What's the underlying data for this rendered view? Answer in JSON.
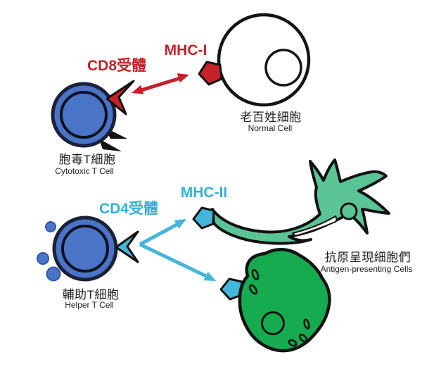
{
  "diagram": {
    "top": {
      "receptor_label": "CD8受體",
      "mhc_label": "MHC-I",
      "tcell_name_zh": "胞毒T細胞",
      "tcell_name_en": "Cytotoxic T Cell",
      "target_name_zh": "老百姓細胞",
      "target_name_en": "Normal Cell"
    },
    "bottom": {
      "receptor_label": "CD4受體",
      "mhc_label": "MHC-II",
      "tcell_name_zh": "輔助T細胞",
      "tcell_name_en": "Helper T Cell",
      "target_name_zh": "抗原呈現細胞們",
      "target_name_en": "Antigen-presenting Cells"
    },
    "colors": {
      "red": "#c6202a",
      "blue": "#4a74c5",
      "cyan": "#45b5d9",
      "seafoam": "#5bc497",
      "green": "#17ab50",
      "outline": "#121212",
      "white": "#ffffff"
    }
  }
}
